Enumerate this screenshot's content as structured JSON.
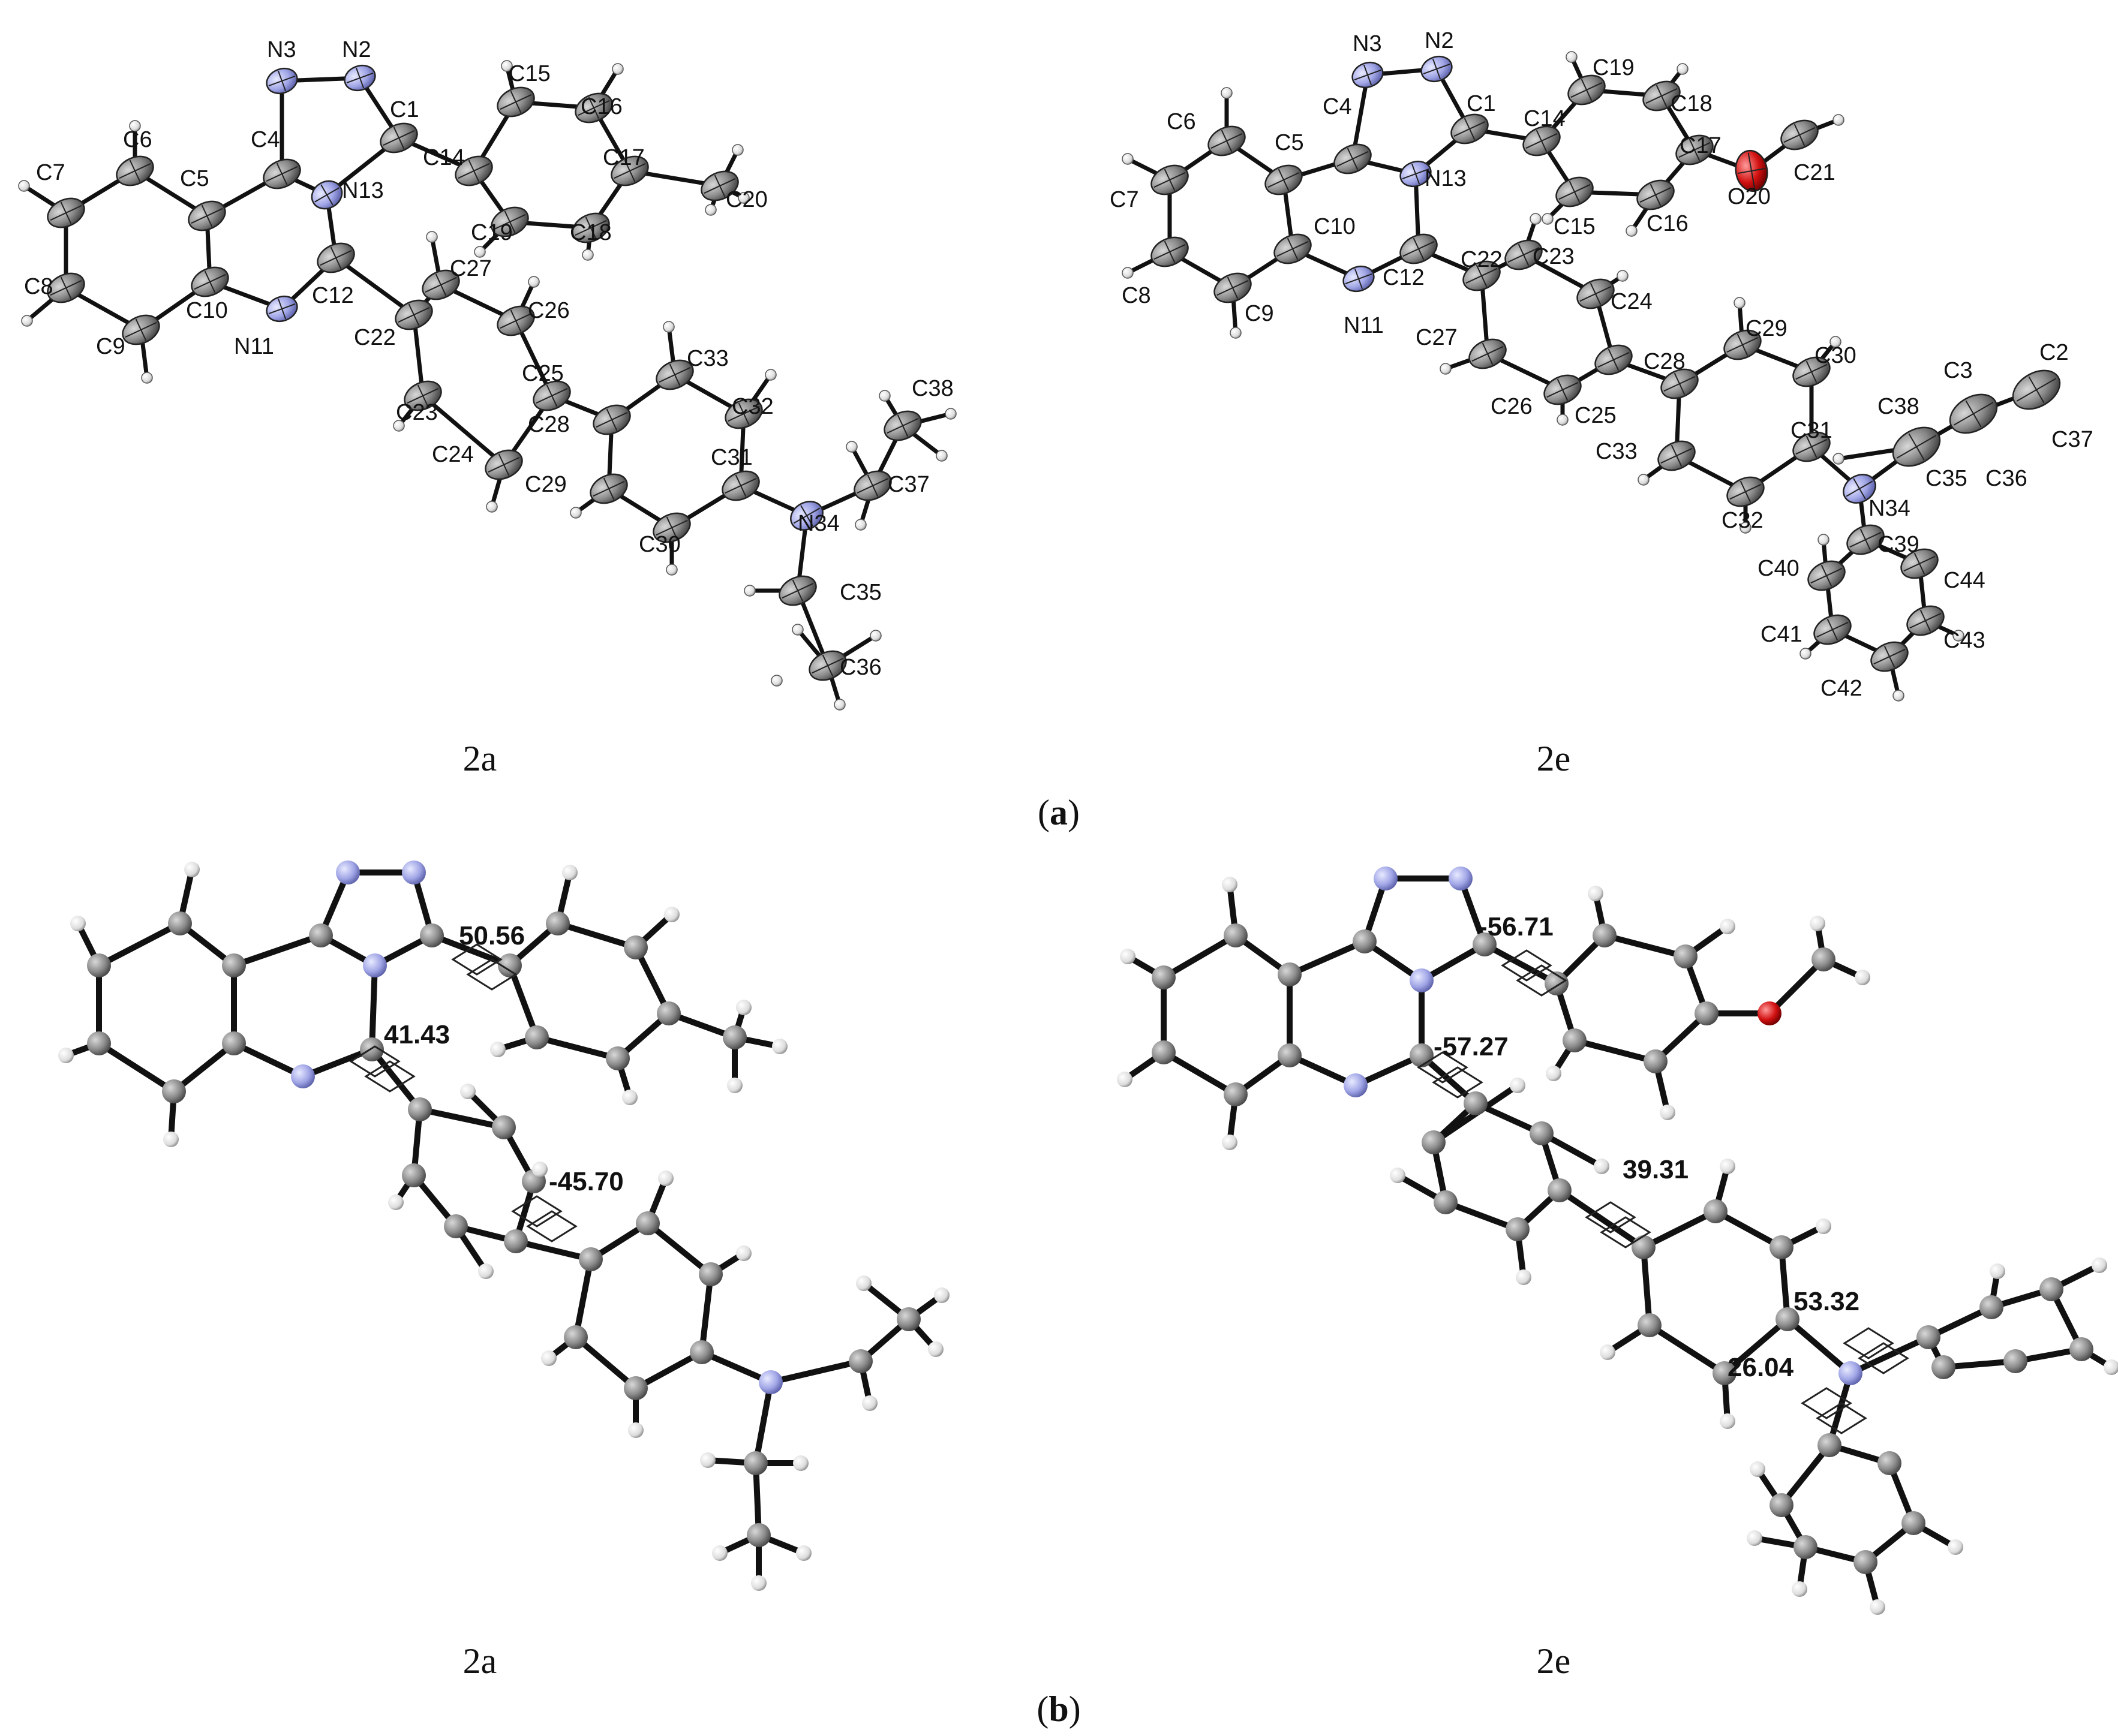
{
  "colors": {
    "carbon": "#8a8a8a",
    "nitrogen": "#a0a5e6",
    "oxygen": "#d11010",
    "hydrogen": "#e6e6e6",
    "bond": "#111111"
  },
  "panels": {
    "a": {
      "label_open": "(",
      "label_letter": "a",
      "label_close": ")",
      "left_caption": "2a",
      "right_caption": "2e"
    },
    "b": {
      "label_open": "(",
      "label_letter": "b",
      "label_close": ")",
      "left_caption": "2a",
      "right_caption": "2e"
    }
  },
  "labels_2a": [
    "N3",
    "N2",
    "C1",
    "C15",
    "C16",
    "C6",
    "C4",
    "C14",
    "C17",
    "C7",
    "C5",
    "N13",
    "C20",
    "C19",
    "C18",
    "C27",
    "C8",
    "C10",
    "C12",
    "C26",
    "C9",
    "N11",
    "C22",
    "C25",
    "C33",
    "C32",
    "C38",
    "C23",
    "C28",
    "C24",
    "C31",
    "C29",
    "N34",
    "C37",
    "C30",
    "C35",
    "C36"
  ],
  "labels_2e": [
    "N3",
    "N2",
    "C4",
    "C1",
    "C19",
    "C18",
    "C6",
    "C5",
    "C14",
    "C17",
    "N13",
    "C21",
    "C7",
    "C10",
    "C15",
    "C16",
    "O20",
    "C22",
    "C23",
    "C8",
    "C12",
    "C24",
    "C9",
    "N11",
    "C27",
    "C29",
    "C30",
    "C2",
    "C28",
    "C3",
    "C26",
    "C25",
    "C38",
    "C37",
    "C31",
    "C33",
    "C35",
    "C36",
    "N34",
    "C39",
    "C32",
    "C40",
    "C44",
    "C41",
    "C43",
    "C42"
  ],
  "dihedrals_2a": [
    "50.56",
    "41.43",
    "-45.70"
  ],
  "dihedrals_2e": [
    "-56.71",
    "-57.27",
    "39.31",
    "53.32",
    "26.04"
  ]
}
